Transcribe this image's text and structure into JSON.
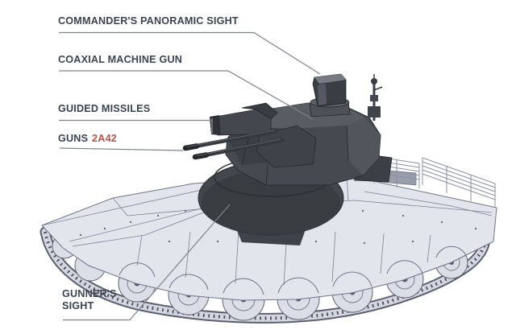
{
  "diagram": {
    "subject": "BMPT-style armored fighting vehicle technical line illustration with dark turret module",
    "labels": {
      "commanders_panoramic_sight": "COMMANDER'S PANORAMIC SIGHT",
      "coaxial_machine_gun": "COAXIAL MACHINE GUN",
      "guided_missiles": "GUIDED MISSILES",
      "guns": "GUNS",
      "guns_designation": "2A42",
      "gunners_sight_line1": "GUNNER'S",
      "gunners_sight_line2": "SIGHT"
    },
    "colors": {
      "background": "#ffffff",
      "label_text": "#3b4450",
      "designation_red": "#b6504b",
      "leader_line": "#7d828c",
      "hull_fill": "#e3e5ec",
      "hull_stroke": "#6e7388",
      "turret_dark": "#46494f",
      "turret_light": "#595c63",
      "turret_shadow": "#26272b",
      "track_link": "#4b4e59"
    }
  }
}
